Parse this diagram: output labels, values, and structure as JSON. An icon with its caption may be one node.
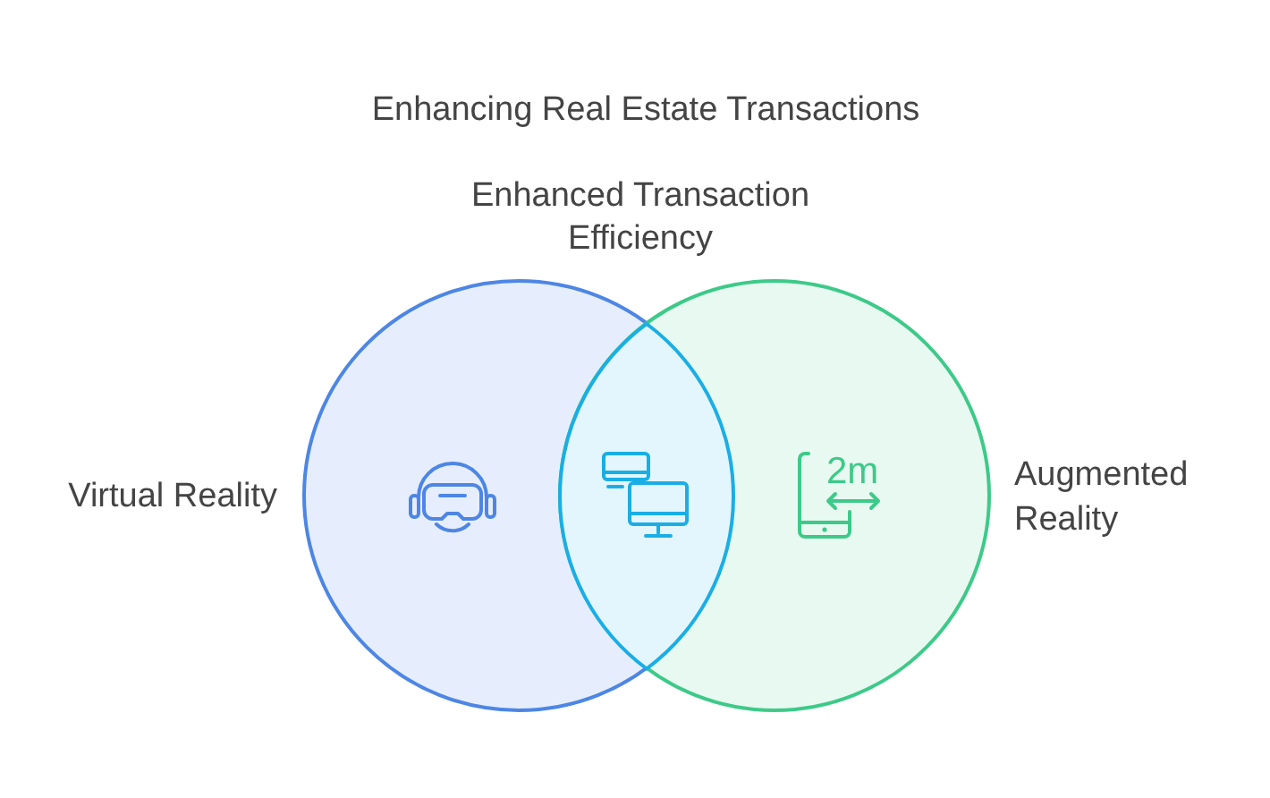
{
  "diagram": {
    "title": "Enhancing Real Estate Transactions",
    "nodes": [
      {
        "text": [
          "Virtual Reality"
        ]
      },
      {
        "text": [
          "Augmented Reality"
        ]
      },
      {
        "text": [
          "Enhanced Transaction Efficiency"
        ]
      }
    ],
    "labels": [
      "2m"
    ]
  }
}
